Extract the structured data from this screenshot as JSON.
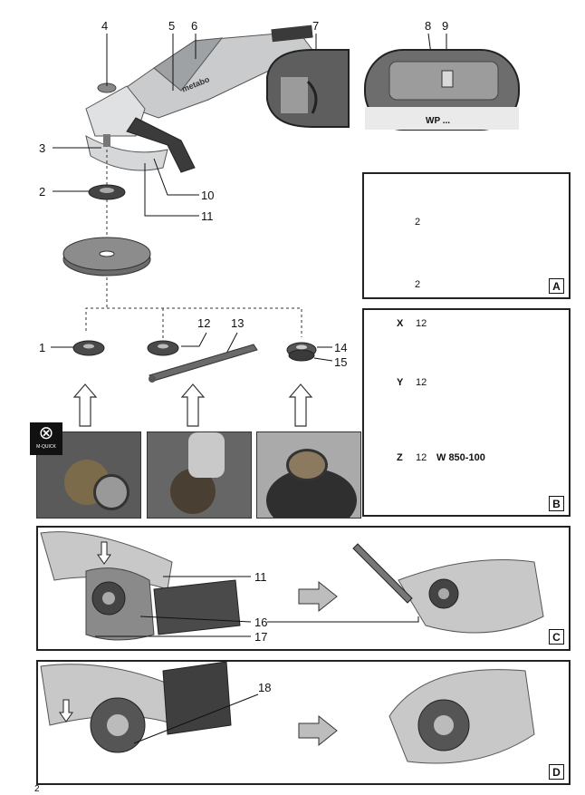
{
  "callouts": {
    "n1": "1",
    "n2": "2",
    "n3": "3",
    "n4": "4",
    "n5": "5",
    "n6": "6",
    "n7": "7",
    "n8": "8",
    "n9": "9",
    "n10": "10",
    "n11": "11",
    "n12": "12",
    "n13": "13",
    "n14": "14",
    "n15": "15",
    "n16": "16",
    "n17": "17",
    "n18": "18"
  },
  "switch_label": "WP ...",
  "brand_text": "metabo",
  "safety_badge_text": "M-QUICK",
  "panel_a": {
    "label": "A",
    "ref_upper": "2",
    "ref_lower": "2"
  },
  "panel_b": {
    "label": "B",
    "row_x": {
      "letter": "X",
      "ref": "12"
    },
    "row_y": {
      "letter": "Y",
      "ref": "12"
    },
    "row_z": {
      "letter": "Z",
      "ref": "12",
      "model": "W 850-100"
    }
  },
  "panel_c": {
    "label": "C",
    "ref_11": "11",
    "ref_16": "16",
    "ref_17": "17"
  },
  "panel_d": {
    "label": "D",
    "ref_18": "18"
  },
  "page_number": "2"
}
